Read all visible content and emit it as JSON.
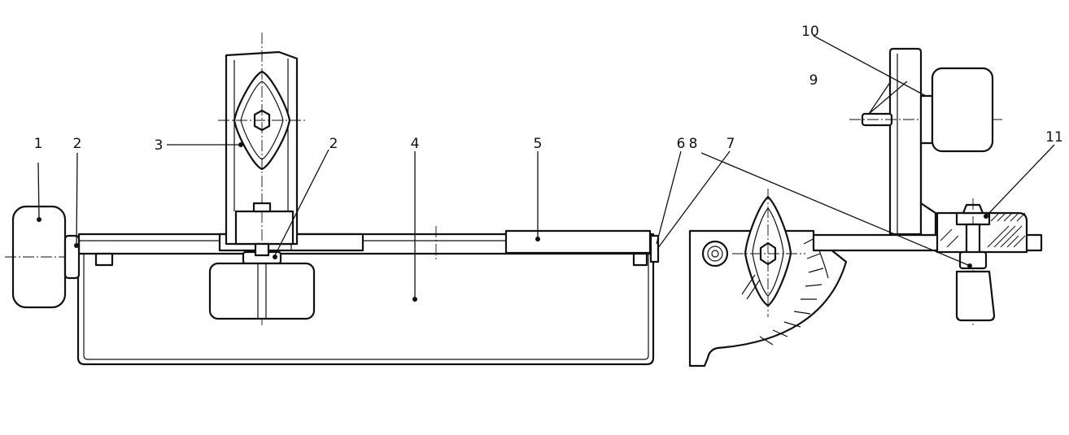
{
  "diagram": {
    "callouts": [
      {
        "id": "c1",
        "label": "1"
      },
      {
        "id": "c2a",
        "label": "2"
      },
      {
        "id": "c3",
        "label": "3"
      },
      {
        "id": "c2b",
        "label": "2"
      },
      {
        "id": "c4",
        "label": "4"
      },
      {
        "id": "c5",
        "label": "5"
      },
      {
        "id": "c6",
        "label": "6"
      },
      {
        "id": "c7",
        "label": "7"
      },
      {
        "id": "c8",
        "label": "8"
      },
      {
        "id": "c9",
        "label": "9"
      },
      {
        "id": "c10",
        "label": "10"
      },
      {
        "id": "c11",
        "label": "11"
      }
    ]
  }
}
